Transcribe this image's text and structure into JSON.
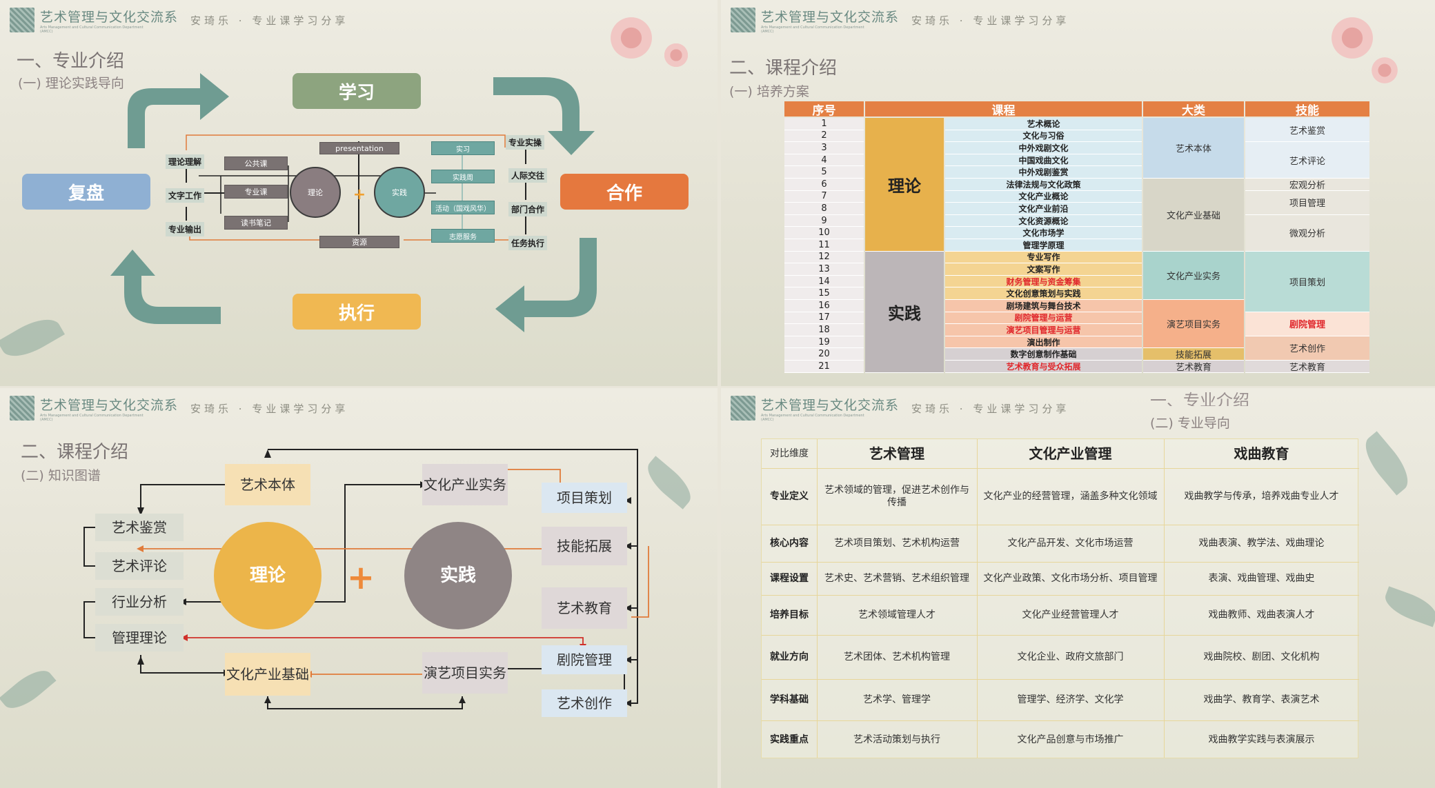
{
  "brand": {
    "name": "艺术管理与文化交流系",
    "english": "Arts Management and Cultural Communication Department (AMCC)",
    "tagline": "安琦乐 · 专业课学习分享"
  },
  "q1": {
    "title": "一、专业介绍",
    "subtitle": "(一) 理论实践导向",
    "cycle": {
      "top": "学习",
      "right": "合作",
      "bottom": "执行",
      "left": "复盘"
    },
    "left_labels": [
      "理论理解",
      "文字工作",
      "专业输出"
    ],
    "gray_boxes": [
      "公共课",
      "专业课",
      "读书笔记"
    ],
    "presentation": "presentation",
    "resources": "资源",
    "circles": {
      "theory": "理论",
      "practice": "实践",
      "plus": "+"
    },
    "teal_boxes": [
      "实习",
      "实践周",
      "活动（国戏风华）",
      "志愿服务"
    ],
    "right_labels": [
      "专业实操",
      "人际交往",
      "部门合作",
      "任务执行"
    ]
  },
  "q2": {
    "title": "二、课程介绍",
    "subtitle": "(一) 培养方案",
    "headers": [
      "序号",
      "课程",
      "大类",
      "技能"
    ],
    "groups": [
      {
        "label": "理论",
        "rows": [
          1,
          11
        ]
      },
      {
        "label": "实践",
        "rows": [
          12,
          21
        ]
      }
    ],
    "courses": [
      "艺术概论",
      "文化与习俗",
      "中外戏剧文化",
      "中国戏曲文化",
      "中外戏剧鉴赏",
      "法律法规与文化政策",
      "文化产业概论",
      "文化产业前沿",
      "文化资源概论",
      "文化市场学",
      "管理学原理",
      "专业写作",
      "文案写作",
      "财务管理与资金筹集",
      "文化创意策划与实践",
      "剧场建筑与舞台技术",
      "剧院管理与运营",
      "演艺项目管理与运营",
      "演出制作",
      "数字创意制作基础",
      "艺术教育与受众拓展"
    ],
    "red_courses": [
      14,
      17,
      18,
      21
    ],
    "categories": [
      {
        "label": "艺术本体",
        "rows": [
          1,
          5
        ]
      },
      {
        "label": "文化产业基础",
        "rows": [
          6,
          11
        ]
      },
      {
        "label": "文化产业实务",
        "rows": [
          12,
          15
        ]
      },
      {
        "label": "演艺项目实务",
        "rows": [
          16,
          19
        ]
      },
      {
        "label": "技能拓展",
        "rows": [
          20,
          20
        ]
      },
      {
        "label": "艺术教育",
        "rows": [
          21,
          21
        ]
      }
    ],
    "skills": [
      {
        "label": "艺术鉴赏",
        "rows": [
          1,
          2
        ]
      },
      {
        "label": "艺术评论",
        "rows": [
          3,
          5
        ]
      },
      {
        "label": "宏观分析",
        "rows": [
          6,
          6
        ]
      },
      {
        "label": "项目管理",
        "rows": [
          7,
          8
        ]
      },
      {
        "label": "微观分析",
        "rows": [
          9,
          11
        ]
      },
      {
        "label": "项目策划",
        "rows": [
          12,
          16
        ]
      },
      {
        "label": "剧院管理",
        "rows": [
          17,
          18
        ],
        "red": true
      },
      {
        "label": "艺术创作",
        "rows": [
          19,
          20
        ]
      },
      {
        "label": "艺术教育",
        "rows": [
          21,
          21
        ]
      }
    ]
  },
  "q3": {
    "title": "二、课程介绍",
    "subtitle": "(二) 知识图谱",
    "left": [
      "艺术鉴赏",
      "艺术评论",
      "行业分析",
      "管理理论"
    ],
    "top": "艺术本体",
    "bottom": "文化产业基础",
    "theory": "理论",
    "plus": "+",
    "practice": "实践",
    "mid_top": "文化产业实务",
    "mid_bottom": "演艺项目实务",
    "right": [
      "项目策划",
      "技能拓展",
      "艺术教育",
      "剧院管理",
      "艺术创作"
    ]
  },
  "q4": {
    "title": "一、专业介绍",
    "subtitle": "(二) 专业导向",
    "dimension_label": "对比维度",
    "majors": [
      "艺术管理",
      "文化产业管理",
      "戏曲教育"
    ],
    "rows": [
      {
        "label": "专业定义",
        "values": [
          "艺术领域的管理，促进艺术创作与传播",
          "文化产业的经营管理，涵盖多种文化领域",
          "戏曲教学与传承，培养戏曲专业人才"
        ]
      },
      {
        "label": "核心内容",
        "values": [
          "艺术项目策划、艺术机构运营",
          "文化产品开发、文化市场运营",
          "戏曲表演、教学法、戏曲理论"
        ]
      },
      {
        "label": "课程设置",
        "values": [
          "艺术史、艺术营销、艺术组织管理",
          "文化产业政策、文化市场分析、项目管理",
          "表演、戏曲管理、戏曲史"
        ]
      },
      {
        "label": "培养目标",
        "values": [
          "艺术领域管理人才",
          "文化产业经营管理人才",
          "戏曲教师、戏曲表演人才"
        ]
      },
      {
        "label": "就业方向",
        "values": [
          "艺术团体、艺术机构管理",
          "文化企业、政府文旅部门",
          "戏曲院校、剧团、文化机构"
        ]
      },
      {
        "label": "学科基础",
        "values": [
          "艺术学、管理学",
          "管理学、经济学、文化学",
          "戏曲学、教育学、表演艺术"
        ]
      },
      {
        "label": "实践重点",
        "values": [
          "艺术活动策划与执行",
          "文化产品创意与市场推广",
          "戏曲教学实践与表演展示"
        ]
      }
    ]
  }
}
